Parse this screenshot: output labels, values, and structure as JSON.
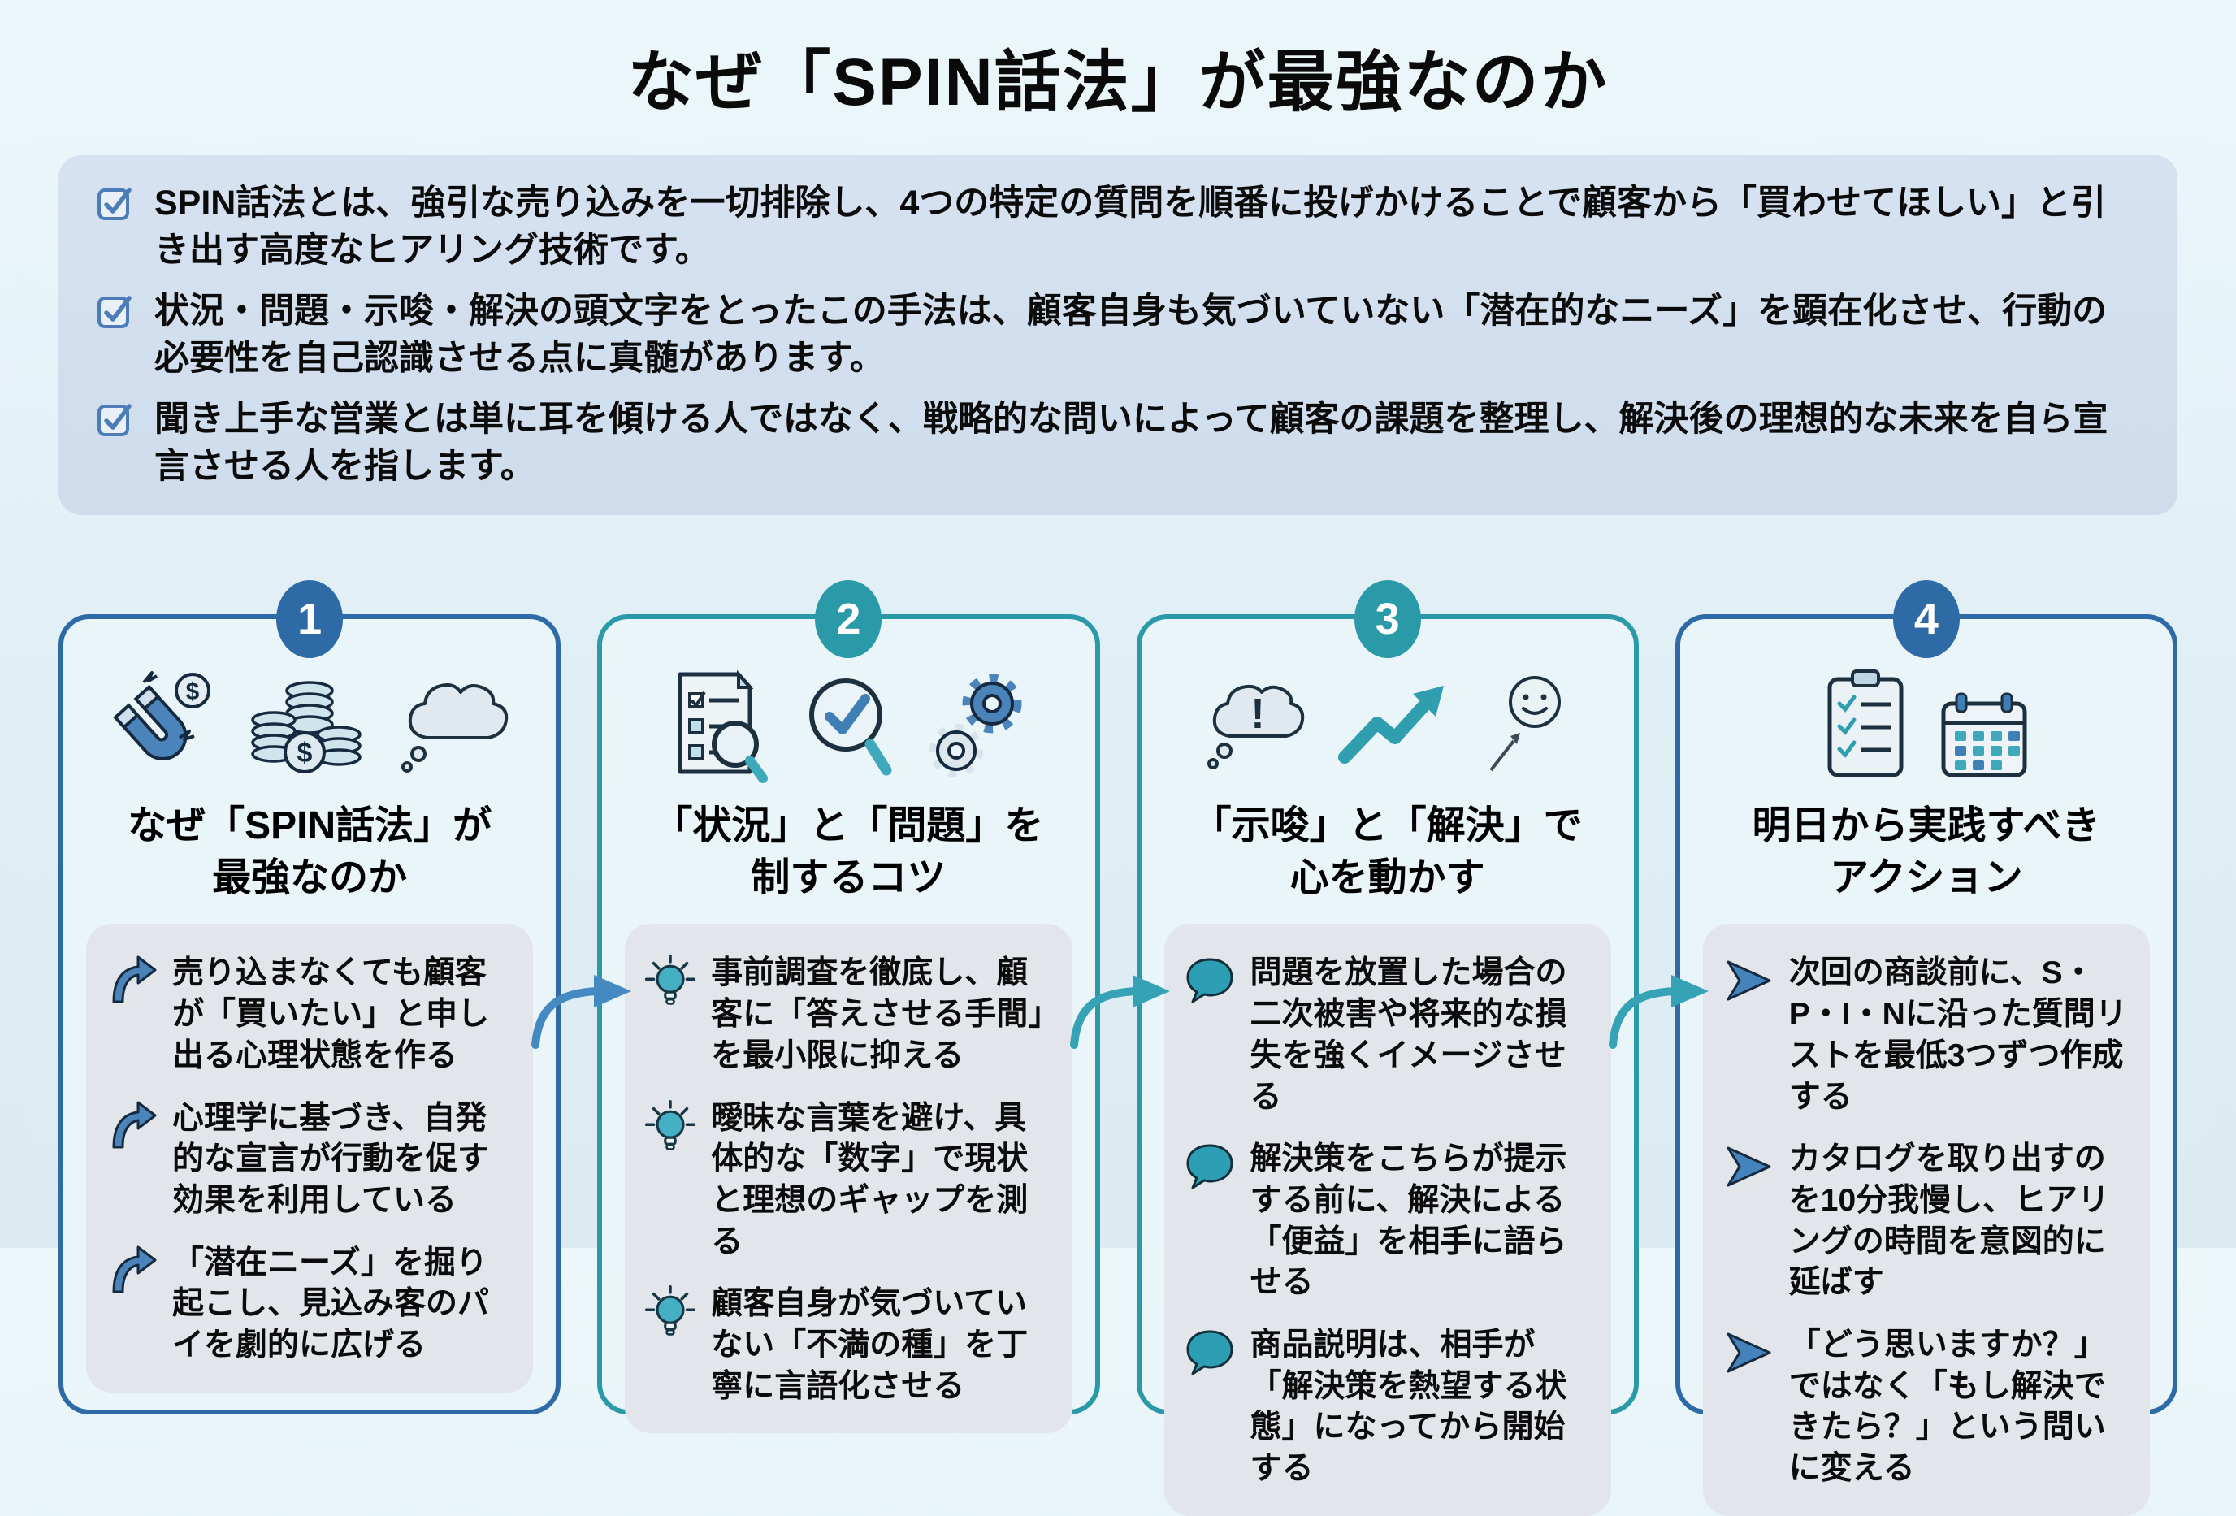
{
  "page": {
    "title": "なぜ「SPIN話法」が最強なのか"
  },
  "colors": {
    "background": "#e4f1f6",
    "summary_box": "#d2dfee",
    "card_blue_accent": "#2e6ba6",
    "card_teal_accent": "#2b9aa8",
    "gray_box": "#e2e6ea",
    "bullet_blue": "#4b84bb",
    "bullet_teal": "#35a3b5"
  },
  "summary": {
    "icon": "checkbox-icon",
    "items": [
      "SPIN話法とは、強引な売り込みを一切排除し、4つの特定の質問を順番に投げかけることで顧客から「買わせてほしい」と引き出す高度なヒアリング技術です。",
      "状況・問題・示唆・解決の頭文字をとったこの手法は、顧客自身も気づいていない「潜在的なニーズ」を顕在化させ、行動の必要性を自己認識させる点に真髄があります。",
      "聞き上手な営業とは単に耳を傾ける人ではなく、戦略的な問いによって顧客の課題を整理し、解決後の理想的な未来を自ら宣言させる人を指します。"
    ]
  },
  "cards": [
    {
      "number": "1",
      "accent": "#2e6ba6",
      "title_line1": "なぜ「SPIN話法」が",
      "title_line2": "最強なのか",
      "header_icons": [
        "magnet-coin-icon",
        "coin-stacks-icon",
        "thought-cloud-icon"
      ],
      "bullet_icon": "curved-up-arrow-icon",
      "bullets": [
        "売り込まなくても顧客が「買いたい」と申し出る心理状態を作る",
        "心理学に基づき、自発的な宣言が行動を促す効果を利用している",
        "「潜在ニーズ」を掘り起こし、見込み客のパイを劇的に広げる"
      ]
    },
    {
      "number": "2",
      "accent": "#2b9aa8",
      "title_line1": "「状況」と「問題」を",
      "title_line2": "制するコツ",
      "header_icons": [
        "checklist-magnifier-icon",
        "check-circle-magnifier-icon",
        "gears-icon"
      ],
      "bullet_icon": "lightbulb-icon",
      "bullets": [
        "事前調査を徹底し、顧客に「答えさせる手間」を最小限に抑える",
        "曖昧な言葉を避け、具体的な「数字」で現状と理想のギャップを測る",
        "顧客自身が気づいていない「不満の種」を丁寧に言語化させる"
      ]
    },
    {
      "number": "3",
      "accent": "#2b9aa8",
      "title_line1": "「示唆」と「解決」で",
      "title_line2": "心を動かす",
      "header_icons": [
        "exclamation-bubble-icon",
        "growth-arrow-icon",
        "smiley-icon"
      ],
      "bullet_icon": "speech-bubble-icon",
      "bullets": [
        "問題を放置した場合の二次被害や将来的な損失を強くイメージさせる",
        "解決策をこちらが提示する前に、解決による「便益」を相手に語らせる",
        "商品説明は、相手が「解決策を熱望する状態」になってから開始する"
      ]
    },
    {
      "number": "4",
      "accent": "#2e6ba6",
      "title_line1": "明日から実践すべき",
      "title_line2": "アクション",
      "header_icons": [
        "clipboard-checklist-icon",
        "calendar-icon"
      ],
      "bullet_icon": "arrowhead-icon",
      "bullets": [
        "次回の商談前に、S・P・I・Nに沿った質問リストを最低3つずつ作成する",
        "カタログを取り出すのを10分我慢し、ヒアリングの時間を意図的に延ばす",
        "「どう思いますか？」ではなく「もし解決できたら？」という問いに変える"
      ]
    }
  ],
  "flow": {
    "arrow_count": 3,
    "direction": "left-to-right"
  }
}
